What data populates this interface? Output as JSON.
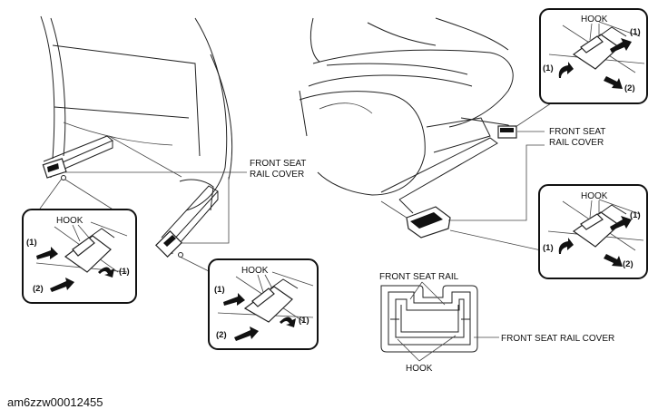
{
  "labels": {
    "hook": "HOOK",
    "front_seat": "FRONT SEAT",
    "rail_cover": "RAIL COVER",
    "front_seat_rail": "FRONT SEAT RAIL",
    "front_seat_rail_cover": "FRONT SEAT RAIL COVER",
    "step1": "(1)",
    "step2": "(2)"
  },
  "figure_code": "am6zzw00012455"
}
